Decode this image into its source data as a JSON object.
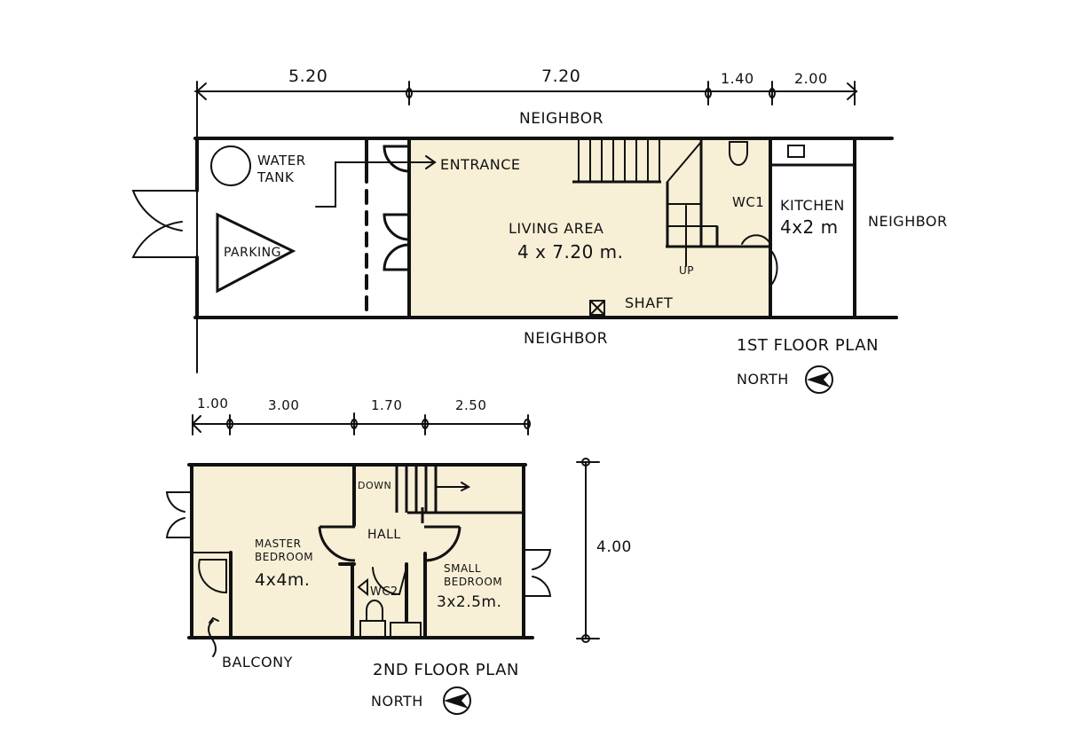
{
  "colors": {
    "ink": "#111111",
    "floor_fill": "#f7efd6",
    "background": "#ffffff"
  },
  "first_floor": {
    "dimensions": [
      "5.20",
      "7.20",
      "1.40",
      "2.00"
    ],
    "neighbor_top": "NEIGHBOR",
    "neighbor_bottom": "NEIGHBOR",
    "neighbor_right": "NEIGHBOR",
    "water_tank": [
      "WATER",
      "TANK"
    ],
    "entrance": "ENTRANCE",
    "parking": "PARKING",
    "living_area": [
      "LIVING AREA",
      "4 x 7.20 m."
    ],
    "up": "UP",
    "wc": "WC1",
    "kitchen": [
      "KITCHEN",
      "4x2 m"
    ],
    "shaft": "SHAFT",
    "title": "1ST FLOOR PLAN",
    "north": "NORTH"
  },
  "second_floor": {
    "dimensions": [
      "1.00",
      "3.00",
      "1.70",
      "2.50"
    ],
    "height_dimension": "4.00",
    "down": "DOWN",
    "hall": "HALL",
    "master_bedroom": [
      "MASTER",
      "BEDROOM",
      "4x4m."
    ],
    "wc": "WC2",
    "small_bedroom": [
      "SMALL",
      "BEDROOM",
      "3x2.5m."
    ],
    "balcony": "BALCONY",
    "title": "2ND FLOOR PLAN",
    "north": "NORTH"
  }
}
